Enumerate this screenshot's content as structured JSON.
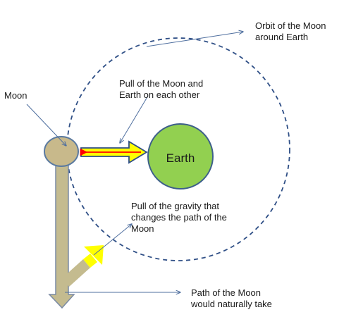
{
  "labels": {
    "moon": "Moon",
    "earth": "Earth",
    "orbit": "Orbit of the Moon\naround Earth",
    "mutual_pull": "Pull of the Moon and\nEarth on each other",
    "gravity_pull": "Pull of the gravity that\nchanges the path of the\nMoon",
    "natural_path": "Path of the Moon\nwould naturally take"
  },
  "colors": {
    "moon_fill": "#c8b98b",
    "moon_stroke": "#5b7aa0",
    "earth_fill": "#92d050",
    "earth_stroke": "#3d5f8a",
    "orbit_stroke": "#2f4f86",
    "pull_arrow_fill": "#ffff00",
    "pull_arrow_stroke": "#2f4f86",
    "mutual_line": "#ff0000",
    "path_arrow_fill": "#c4bb8f",
    "path_arrow_stroke": "#7a8aa3",
    "gravity_arrow_fill": "#ffff00",
    "callout_line": "#4f6f9f"
  }
}
